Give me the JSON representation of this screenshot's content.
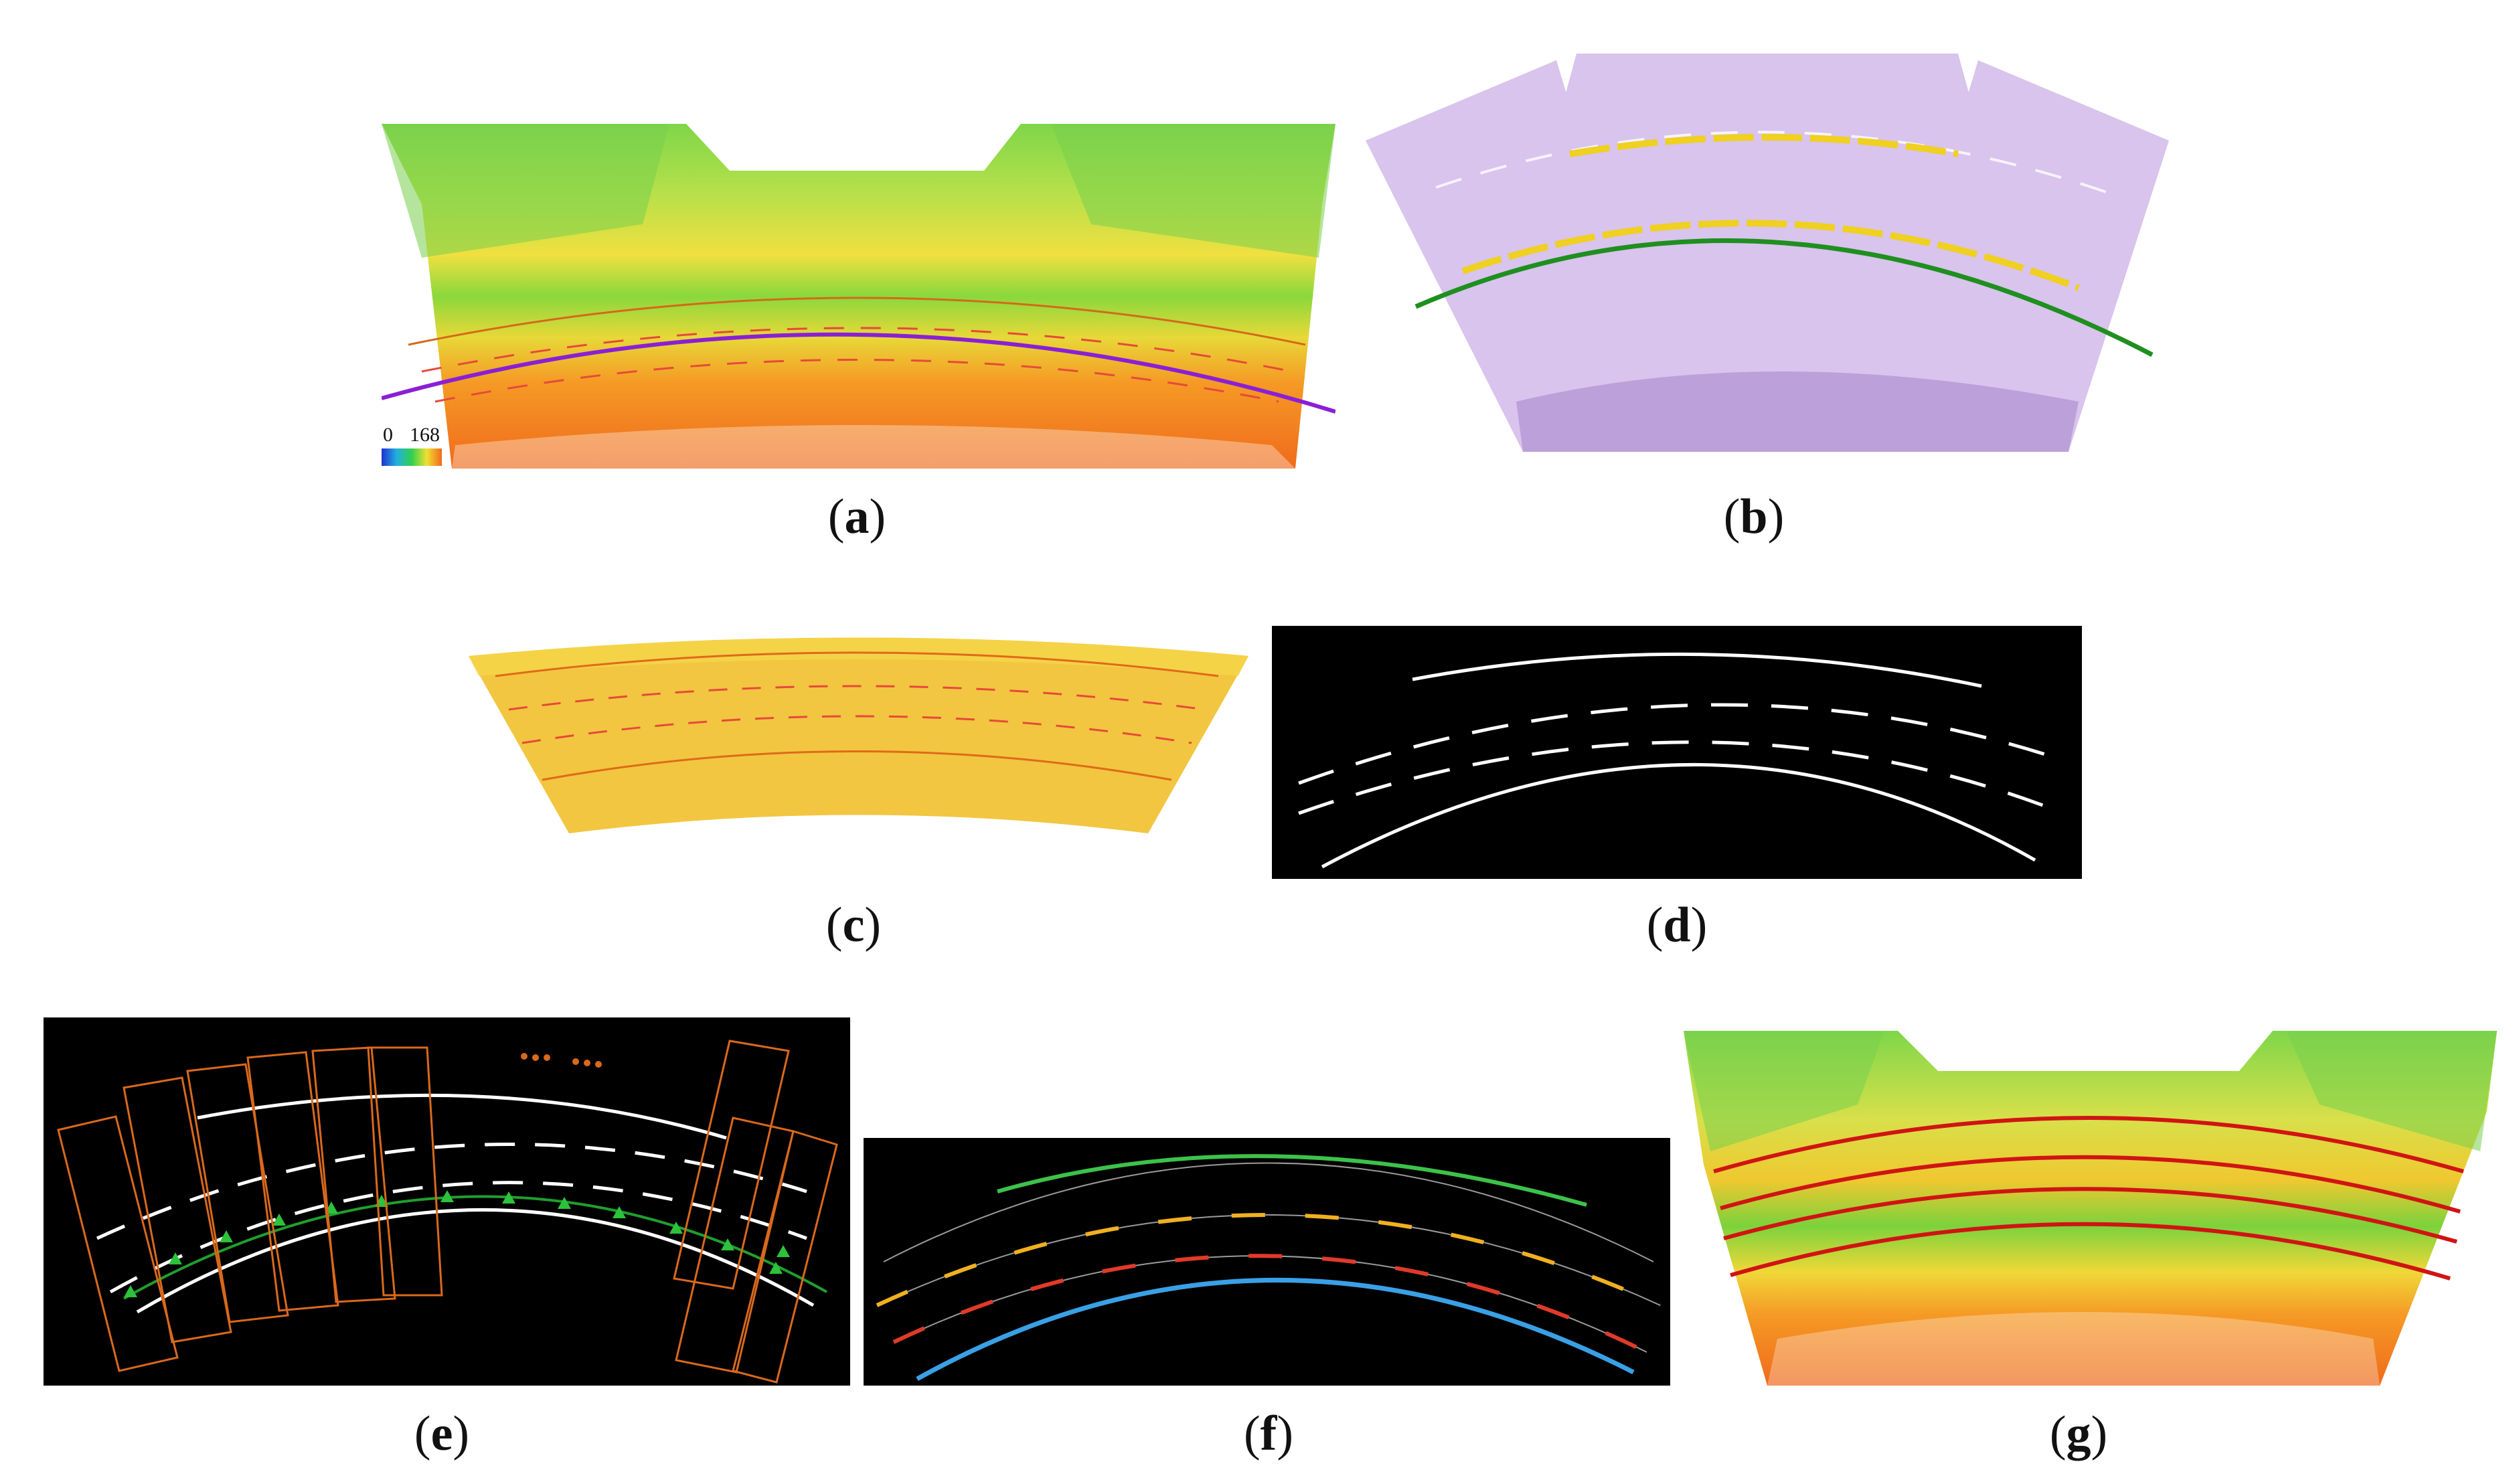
{
  "figure": {
    "captions": {
      "a": "a",
      "b": "b",
      "c": "c",
      "d": "d",
      "e": "e",
      "f": "f",
      "g": "g"
    },
    "colorbar": {
      "min": "0",
      "max": "168"
    },
    "colors": {
      "purple_line": "#8a1fd6",
      "green_line": "#1f8f1f",
      "orange_box": "#d9691c",
      "marking_white": "#ffffff",
      "fit_red": "#d01414",
      "lane_green": "#3cc24a",
      "lane_yellow": "#f0b020",
      "lane_red": "#e03a2a",
      "lane_blue": "#3aa0e6"
    }
  }
}
